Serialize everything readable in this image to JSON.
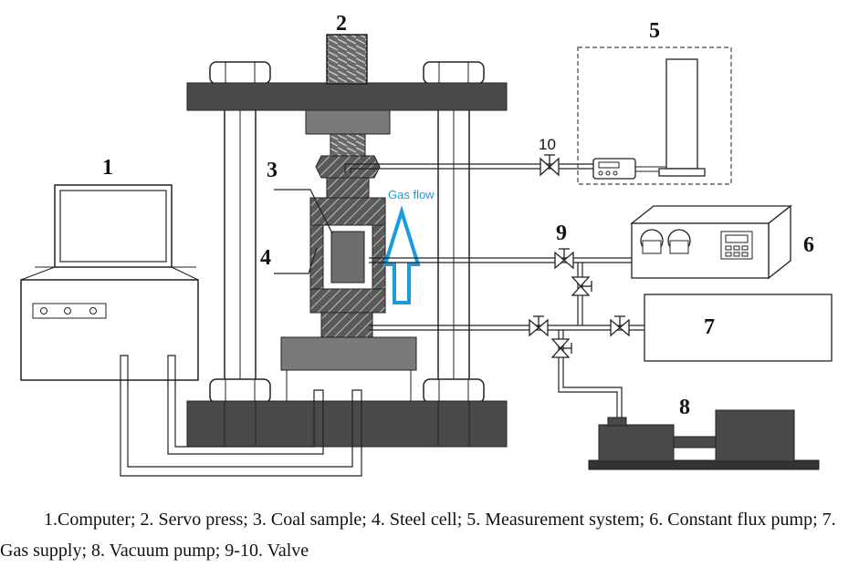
{
  "labels": {
    "computer": "1",
    "servo_press": "2",
    "coal_sample": "3",
    "steel_cell": "4",
    "measurement_system": "5",
    "constant_flux_pump": "6",
    "gas_supply": "7",
    "vacuum_pump": "8",
    "valve_9": "9",
    "valve_10": "10"
  },
  "annotation": {
    "gas_flow": "Gas flow"
  },
  "caption": "1.Computer; 2. Servo press; 3. Coal sample; 4. Steel cell; 5. Measurement system; 6. Constant flux pump; 7. Gas supply; 8. Vacuum pump; 9-10. Valve",
  "colors": {
    "frame_dark": "#4a4a4a",
    "press_gray": "#7a7a7a",
    "gas_flow_blue": "#1a9bdc",
    "line": "#222222"
  },
  "icons": [
    "valve-icon",
    "gas-flow-arrow-icon",
    "knob-icon",
    "display-icon"
  ]
}
